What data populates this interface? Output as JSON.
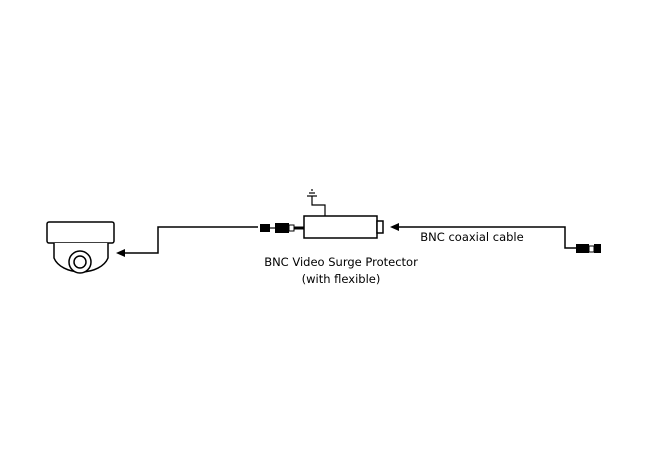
{
  "labels": {
    "protector_line1": "BNC Video Surge Protector",
    "protector_line2": "(with flexible)",
    "cable": "BNC coaxial cable"
  },
  "colors": {
    "line": "#000000",
    "background": "#ffffff"
  }
}
